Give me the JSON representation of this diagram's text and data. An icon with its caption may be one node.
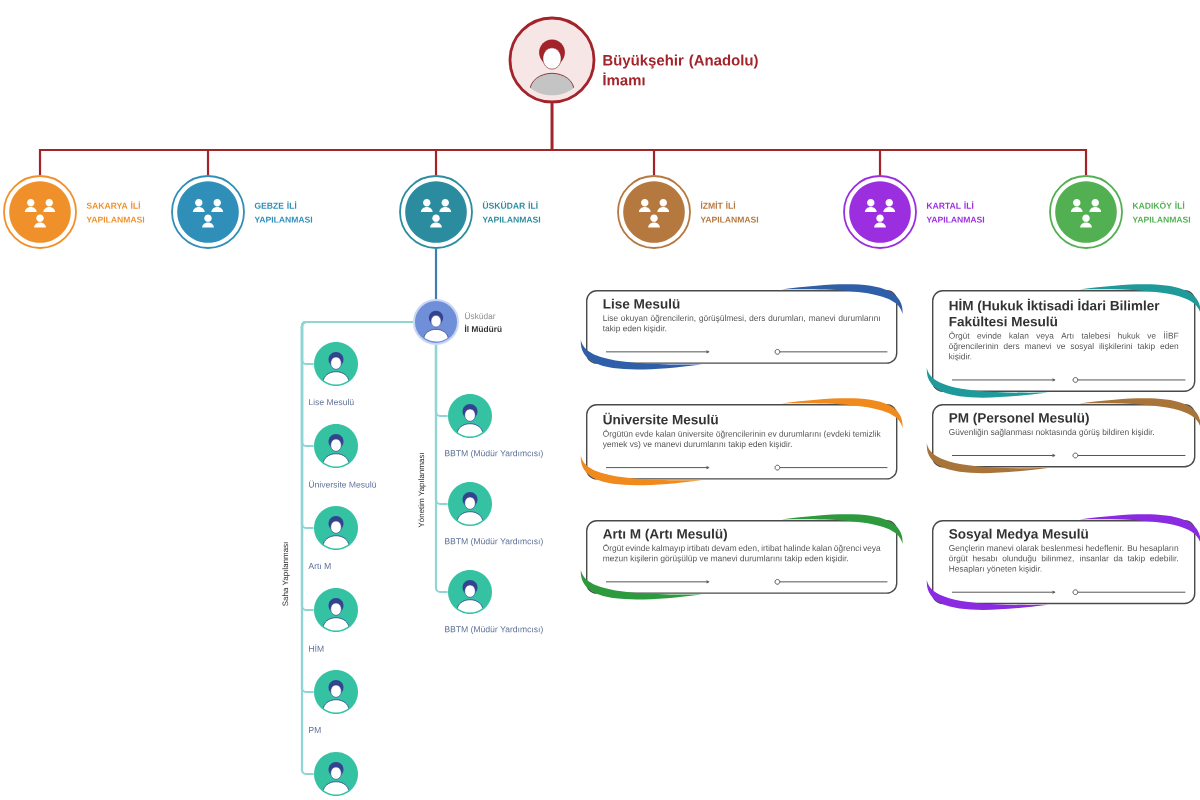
{
  "diagram": {
    "nodes": [
      {
        "text": [
          "Büyükşehir (Anadolu) İmamı"
        ]
      },
      {
        "text": [
          "SAKARYA İLİ YAPILANMASI"
        ]
      },
      {
        "text": [
          "GEBZE İLİ YAPILANMASI"
        ]
      },
      {
        "text": [
          "ÜSKÜDAR İLİ YAPILANMASI"
        ]
      },
      {
        "text": [
          "İZMİT İLİ YAPILANMASI"
        ]
      },
      {
        "text": [
          "KARTAL İLİ YAPILANMASI"
        ]
      },
      {
        "text": [
          "KADIKÖY İLİ YAPILANMASI"
        ]
      },
      {
        "text": [
          "Üsküdar",
          "İl Müdürü"
        ]
      },
      {
        "text": [
          "Lise Mesulü"
        ]
      },
      {
        "text": [
          "Üniversite Mesulü"
        ]
      },
      {
        "text": [
          "Artı M"
        ]
      },
      {
        "text": [
          "HİM"
        ]
      },
      {
        "text": [
          "PM"
        ]
      },
      {
        "text": [],
        "shape": "person"
      },
      {
        "text": [
          "BBTM (Müdür Yardımcısı)"
        ]
      },
      {
        "text": [
          "BBTM (Müdür Yardımcısı)"
        ]
      },
      {
        "text": [
          "BBTM (Müdür Yardımcısı)"
        ]
      },
      {
        "text": [
          "Lise Mesulü",
          "Lise okuyan öğrencilerin, görüşülmesi, ders durumları, manevi durumlarını takip eden kişidir."
        ]
      },
      {
        "text": [
          "HİM (Hukuk İktisadi İdari Bilimler Fakültesi Mesulü",
          "Örgüt evinde kalan veya Artı talebesi hukuk ve İİBF öğrencilerinin ders manevi ve sosyal ilişkilerini takip eden kişidir."
        ]
      },
      {
        "text": [
          "Üniversite Mesulü",
          "Örgütün evde kalan üniversite öğrencilerinin ev durumlarını (evdeki temizlik yemek vs) ve manevi durumlarını takip eden kişidir."
        ]
      },
      {
        "text": [
          "PM (Personel Mesulü)",
          "Güvenliğin sağlanması noktasında görüş bildiren kişidir."
        ]
      },
      {
        "text": [
          "Artı M (Artı Mesulü)",
          "Örgüt evinde kalmayıp irtibatı devam eden, irtibat halinde kalan öğrenci veya mezun kişilerin görüşülüp ve manevi durumlarını takip eden kişidir."
        ]
      },
      {
        "text": [
          "Sosyal Medya Mesulü",
          "Gençlerin manevi olarak beslenmesi hedeflenir. Bu hesapların örgüt hesabı olunduğu bilinmez, insanlar da takip edebilir. Hesapları yöneten kişidir."
        ]
      }
    ],
    "edges": [
      {
        "from": 0,
        "to": 1,
        "arrow": "none",
        "color": "#a3232b"
      },
      {
        "from": 0,
        "to": 2,
        "arrow": "none",
        "color": "#a3232b"
      },
      {
        "from": 0,
        "to": 3,
        "arrow": "none",
        "color": "#a3232b"
      },
      {
        "from": 0,
        "to": 4,
        "arrow": "none",
        "color": "#a3232b"
      },
      {
        "from": 0,
        "to": 5,
        "arrow": "none",
        "color": "#a3232b"
      },
      {
        "from": 0,
        "to": 6,
        "arrow": "none",
        "color": "#a3232b"
      },
      {
        "from": 3,
        "to": 7,
        "arrow": "none",
        "color": "#3d7fb5"
      },
      {
        "from": 7,
        "to": 8,
        "arrow": "none"
      },
      {
        "from": 7,
        "to": 9,
        "arrow": "none"
      },
      {
        "from": 7,
        "to": 10,
        "arrow": "none"
      },
      {
        "from": 7,
        "to": 11,
        "arrow": "none"
      },
      {
        "from": 7,
        "to": 12,
        "arrow": "none"
      },
      {
        "from": 7,
        "to": 13,
        "arrow": "none"
      },
      {
        "from": 7,
        "to": 14,
        "arrow": "none"
      },
      {
        "from": 7,
        "to": 15,
        "arrow": "none"
      },
      {
        "from": 7,
        "to": 16,
        "arrow": "none"
      }
    ],
    "labels": [
      "Yönetim Yapılanması",
      "Saha Yapılanması"
    ]
  }
}
